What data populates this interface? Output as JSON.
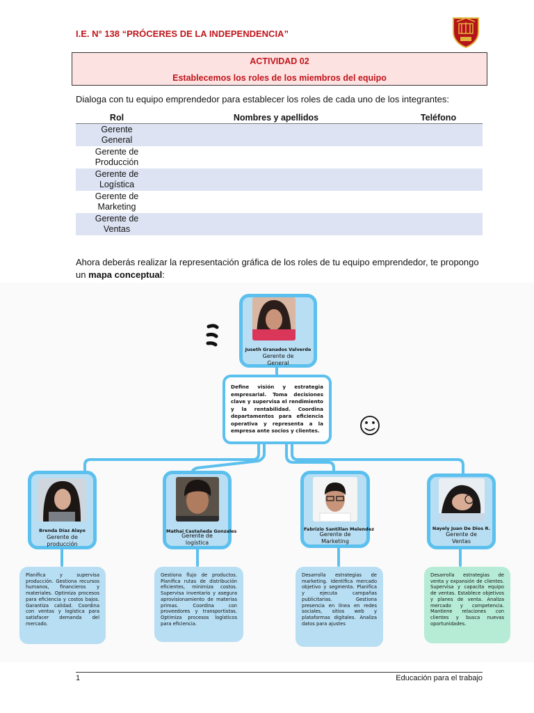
{
  "header": {
    "school": "I.E. N° 138 “PRÓCERES DE LA INDEPENDENCIA”",
    "crest_colors": {
      "red": "#b5121b",
      "gold": "#e2b33a"
    }
  },
  "activity": {
    "number": "ACTIVIDAD 02",
    "title": "Establecemos los roles de los miembros del equipo"
  },
  "instruction": "Dialoga con tu equipo emprendedor para establecer los roles de cada uno de los integrantes:",
  "table": {
    "headers": [
      "Rol",
      "Nombres y apellidos",
      "Teléfono"
    ],
    "rows": [
      {
        "rol_1": "Gerente",
        "rol_2": "General",
        "nombre": "",
        "telefono": ""
      },
      {
        "rol_1": "Gerente de",
        "rol_2": "Producción",
        "nombre": "",
        "telefono": ""
      },
      {
        "rol_1": "Gerente de",
        "rol_2": "Logística",
        "nombre": "",
        "telefono": ""
      },
      {
        "rol_1": "Gerente de",
        "rol_2": "Marketing",
        "nombre": "",
        "telefono": ""
      },
      {
        "rol_1": "Gerente de",
        "rol_2": "Ventas",
        "nombre": "",
        "telefono": ""
      }
    ],
    "shade_color": "#dde3f3"
  },
  "map_intro": {
    "before": "Ahora deberás realizar la representación gráfica de los roles de tu equipo emprendedor, te propongo un ",
    "bold": "mapa conceptual",
    "after": ":"
  },
  "concept_map": {
    "colors": {
      "node_fill": "#b8def3",
      "node_border": "#5cc0ee",
      "green_card": "#b6ecd6"
    },
    "root": {
      "name": "Juseth Granados Valverde",
      "role_1": "Gerente de",
      "role_2": "General",
      "description": "Define visión y estrategia empresarial. Toma decisiones clave y supervisa el rendimiento y la rentabilidad. Coordina departamentos para eficiencia operativa y representa a la empresa ante socios y clientes."
    },
    "members": [
      {
        "name": "Brenda Díaz Alayo",
        "role_1": "Gerente de",
        "role_2": "producción",
        "description": "Planifica y supervisa producción. Gestiona recursos humanos, financieros y materiales. Optimiza procesos para eficiencia y costos bajos. Garantiza calidad. Coordina con ventas y logística para satisfacer demanda del mercado."
      },
      {
        "name": "Mathai Castañeda Gonzales",
        "role_1": "Gerente de",
        "role_2": "logística",
        "description": "Gestiona flujo de productos. Planifica rutas de distribución eficientes, minimiza costos. Supervisa inventario y asegura aprovisionamiento de materias primas. Coordina con proveedores y transportistas. Optimiza procesos logísticos para eficiencia."
      },
      {
        "name": "Fabrizio Santillan Melendez",
        "role_1": "Gerente de",
        "role_2": "Marketing",
        "description": "Desarrolla estrategias de marketing. Identifica mercado objetivo y segmenta. Planifica y ejecuta campañas publicitarias. Gestiona presencia en línea en redes sociales, sitios web y plataformas digitales. Analiza datos para ajustes"
      },
      {
        "name": "Nayely Juan De Dios R.",
        "role_1": "Gerente de",
        "role_2": "Ventas",
        "description": "Desarrolla estrategias de venta y expansión de clientes. Supervisa y capacita equipo de ventas. Establece objetivos y planes de venta. Analiza mercado y competencia. Mantiene relaciones con clientes y busca nuevas oportunidades."
      }
    ]
  },
  "footer": {
    "page": "1",
    "subject": "Educación para el trabajo"
  }
}
